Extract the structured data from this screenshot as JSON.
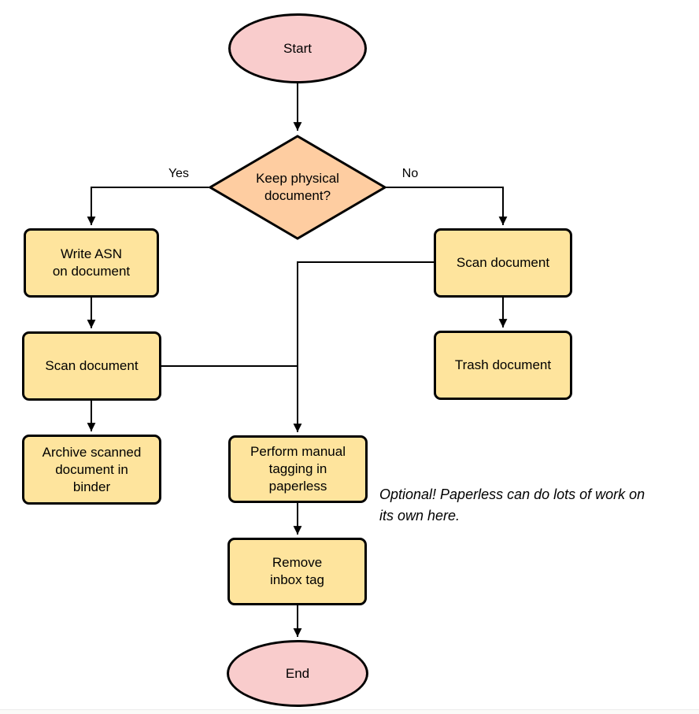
{
  "colors": {
    "terminal_fill": "#f9cccc",
    "decision_fill": "#fecda1",
    "process_fill": "#fee49d",
    "stroke": "#000000"
  },
  "nodes": {
    "start": {
      "label": "Start",
      "shape": "ellipse"
    },
    "decision": {
      "label": "Keep physical\ndocument?",
      "shape": "diamond"
    },
    "write_asn": {
      "label": "Write ASN\non document",
      "shape": "process"
    },
    "scan_left": {
      "label": "Scan document",
      "shape": "process"
    },
    "archive": {
      "label": "Archive scanned\ndocument in\nbinder",
      "shape": "process"
    },
    "scan_right": {
      "label": "Scan document",
      "shape": "process"
    },
    "trash": {
      "label": "Trash document",
      "shape": "process"
    },
    "tagging": {
      "label": "Perform manual\ntagging in\npaperless",
      "shape": "process"
    },
    "remove_inbox": {
      "label": "Remove\ninbox tag",
      "shape": "process"
    },
    "end": {
      "label": "End",
      "shape": "ellipse"
    }
  },
  "edge_labels": {
    "yes": "Yes",
    "no": "No"
  },
  "annotation": {
    "text": "Optional! Paperless can do lots of work on\nits own here."
  }
}
